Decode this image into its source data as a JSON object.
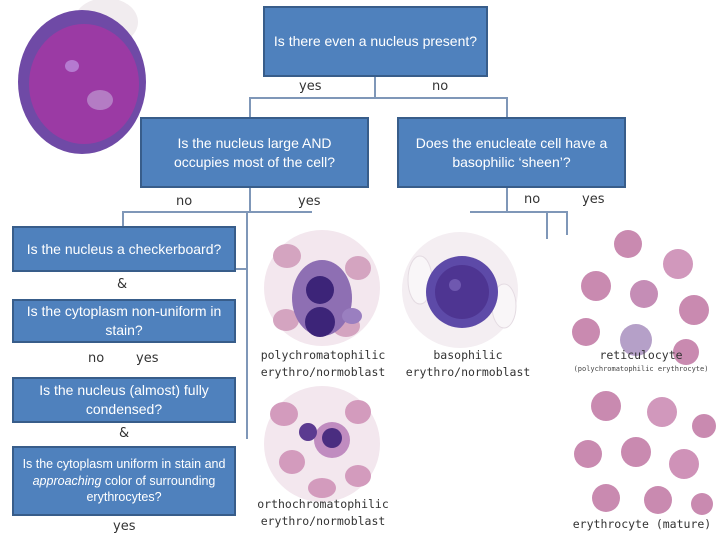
{
  "nodes": {
    "root": "Is there even a nucleus present?",
    "large_nucleus": "Is the nucleus large AND occupies most of the cell?",
    "enucleate": "Does the enucleate cell have a basophilic ‘sheen’?",
    "checkerboard": "Is the nucleus a checkerboard?",
    "cytoplasm_nonuniform": "Is the cytoplasm non-uniform in stain?",
    "fully_condensed": "Is the nucleus (almost) fully condensed?",
    "cytoplasm_uniform_prefix": "Is the cytoplasm uniform in stain and ",
    "cytoplasm_uniform_emph": "approaching",
    "cytoplasm_uniform_suffix": " color of surrounding erythrocytes?"
  },
  "edges": {
    "root_yes": "yes",
    "root_no": "no",
    "large_no": "no",
    "large_yes": "yes",
    "enucleate_no": "no",
    "enucleate_yes": "yes",
    "amp1": "&",
    "cyto_no": "no",
    "cyto_yes": "yes",
    "amp2": "&",
    "final_yes": "yes"
  },
  "captions": {
    "polychromatophilic_1": "polychromatophilic",
    "polychromatophilic_2": "erythro/normoblast",
    "basophilic_1": "basophilic",
    "basophilic_2": "erythro/normoblast",
    "reticulocyte": "reticulocyte",
    "reticulocyte_note": "(polychromatophilic erythrocyte)",
    "orthochromatophilic_1": "orthochromatophilic",
    "orthochromatophilic_2": "erythro/normoblast",
    "erythrocyte": "erythrocyte (mature)"
  },
  "colors": {
    "box_fill": "#4f81bd",
    "box_border": "#385d8a",
    "connector": "#7f97b8",
    "rbc": "#c98ab0",
    "nucleus": "#4b2d88",
    "cytoplasm": "#8e6fb3"
  }
}
